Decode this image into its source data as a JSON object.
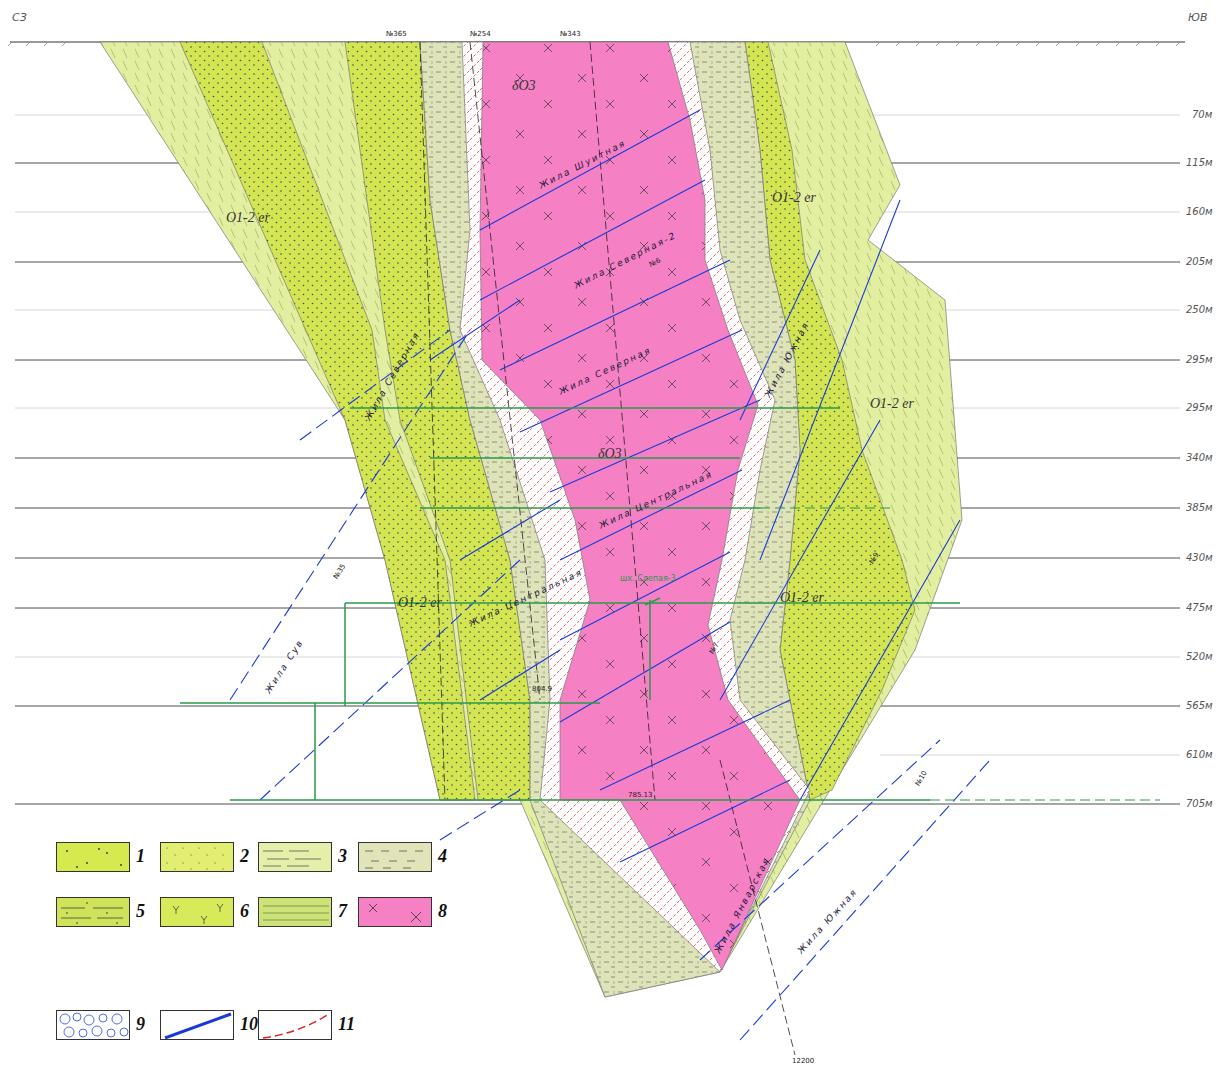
{
  "diagram": {
    "labels": [
      "СЗ",
      "ЮВ",
      "№365",
      "№254",
      "№343",
      "70м",
      "115м",
      "160м",
      "205м",
      "250м",
      "295м",
      "295м",
      "340м",
      "385м",
      "430м",
      "475м",
      "520м",
      "565м",
      "610м",
      "705м",
      "δO3",
      "δO3",
      "O1-2 er",
      "O1-2 er",
      "O1-2 er",
      "O1-2 er",
      "O1-2 er",
      "Жила Шуитная",
      "Жила Северная",
      "Жила Северная-2",
      "Жила Северная",
      "Жила Южная",
      "Жила Южная",
      "Жила Январская",
      "Жила Центральная",
      "Жила Центральная",
      "Жила Сув",
      "№9",
      "№10",
      "№35",
      "№7",
      "№6",
      "шх. Слепая-3",
      "804.9",
      "785.13",
      "12200"
    ],
    "legend": [
      {
        "text": "1",
        "color": "#d6ea50"
      },
      {
        "text": "2",
        "color": "#e2ee70"
      },
      {
        "text": "3",
        "color": "#e6efaa"
      },
      {
        "text": "4",
        "color": "#e1e4b8"
      },
      {
        "text": "5",
        "color": "#cfe25a"
      },
      {
        "text": "6",
        "color": "#d8ea5a"
      },
      {
        "text": "7",
        "color": "#cde37a"
      },
      {
        "text": "8",
        "color": "#f580c4"
      },
      {
        "text": "9"
      },
      {
        "text": "10"
      },
      {
        "text": "11"
      }
    ]
  }
}
